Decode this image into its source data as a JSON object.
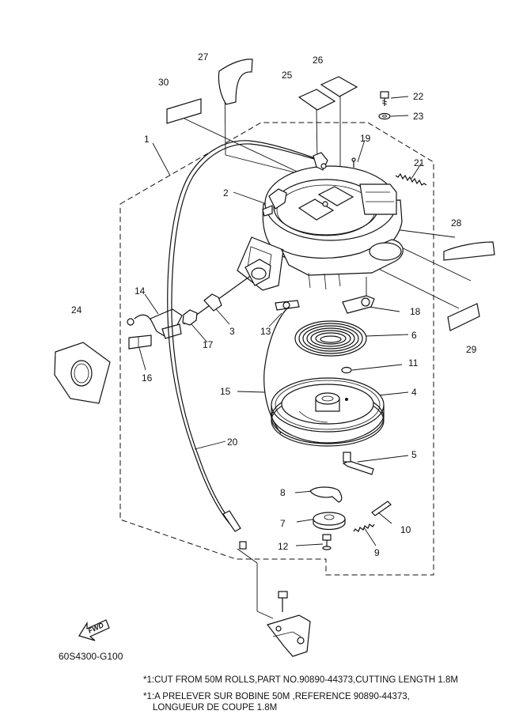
{
  "drawing_code": "60S4300-G100",
  "fwd_label": "FWD",
  "notes": [
    "*1:CUT FROM 50M ROLLS,PART NO.90890-44373,CUTTING LENGTH 1.8M",
    "*1:A PRELEVER SUR BOBINE 50M ,REFERENCE 90890-44373,",
    "LONGUEUR DE COUPE 1.8M"
  ],
  "parts": [
    {
      "id": "p1",
      "number": "1"
    },
    {
      "id": "p2",
      "number": "2"
    },
    {
      "id": "p3",
      "number": "3"
    },
    {
      "id": "p4",
      "number": "4"
    },
    {
      "id": "p5",
      "number": "5"
    },
    {
      "id": "p6",
      "number": "6"
    },
    {
      "id": "p7",
      "number": "7"
    },
    {
      "id": "p8",
      "number": "8"
    },
    {
      "id": "p9",
      "number": "9"
    },
    {
      "id": "p10",
      "number": "10"
    },
    {
      "id": "p11",
      "number": "11"
    },
    {
      "id": "p12",
      "number": "12"
    },
    {
      "id": "p13",
      "number": "13"
    },
    {
      "id": "p14",
      "number": "14"
    },
    {
      "id": "p15",
      "number": "15"
    },
    {
      "id": "p16",
      "number": "16"
    },
    {
      "id": "p17",
      "number": "17"
    },
    {
      "id": "p18",
      "number": "18"
    },
    {
      "id": "p19",
      "number": "19"
    },
    {
      "id": "p20",
      "number": "20"
    },
    {
      "id": "p21",
      "number": "21"
    },
    {
      "id": "p22",
      "number": "22"
    },
    {
      "id": "p23",
      "number": "23"
    },
    {
      "id": "p24",
      "number": "24"
    },
    {
      "id": "p25",
      "number": "25"
    },
    {
      "id": "p26",
      "number": "26"
    },
    {
      "id": "p27",
      "number": "27"
    },
    {
      "id": "p28",
      "number": "28"
    },
    {
      "id": "p29",
      "number": "29"
    },
    {
      "id": "p30",
      "number": "30"
    }
  ]
}
